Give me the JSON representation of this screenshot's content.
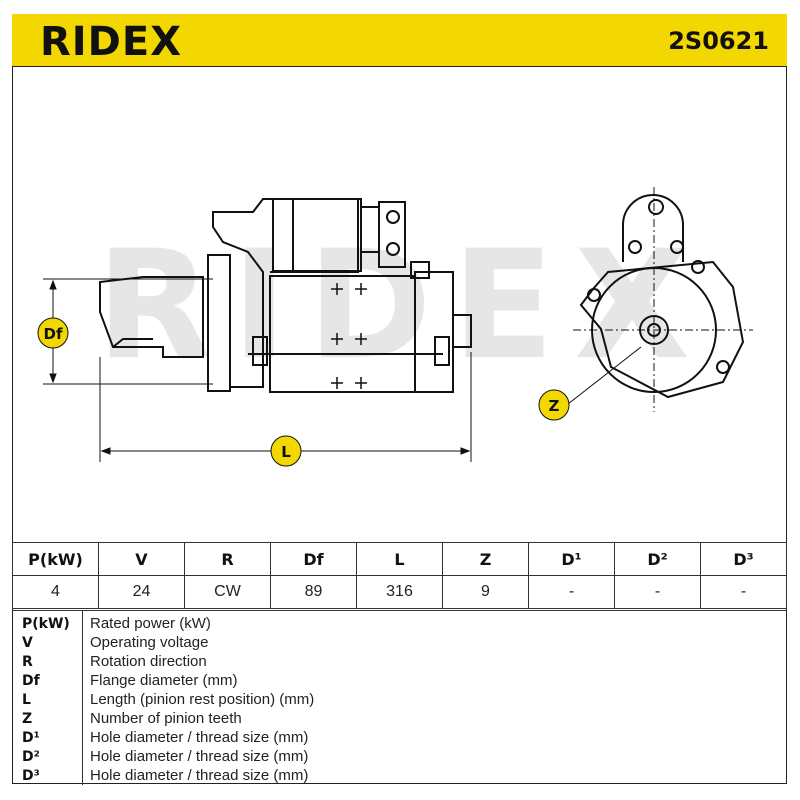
{
  "header": {
    "brand": "RIDEX",
    "part_number": "2S0621",
    "bg_color": "#f2d700"
  },
  "drawing": {
    "label_df": "Df",
    "label_l": "L",
    "label_z": "Z",
    "watermark": "RIDEX"
  },
  "spec_table": {
    "headers": [
      "P(kW)",
      "V",
      "R",
      "Df",
      "L",
      "Z",
      "D¹",
      "D²",
      "D³"
    ],
    "values": [
      "4",
      "24",
      "CW",
      "89",
      "316",
      "9",
      "-",
      "-",
      "-"
    ]
  },
  "legend": [
    {
      "key": "P(kW)",
      "desc": "Rated power (kW)"
    },
    {
      "key": "V",
      "desc": "Operating voltage"
    },
    {
      "key": "R",
      "desc": "Rotation direction"
    },
    {
      "key": "Df",
      "desc": "Flange diameter (mm)"
    },
    {
      "key": "L",
      "desc": "Length (pinion rest position) (mm)"
    },
    {
      "key": "Z",
      "desc": "Number of pinion teeth"
    },
    {
      "key": "D¹",
      "desc": "Hole diameter / thread size (mm)"
    },
    {
      "key": "D²",
      "desc": "Hole diameter / thread size (mm)"
    },
    {
      "key": "D³",
      "desc": "Hole diameter / thread size (mm)"
    }
  ]
}
